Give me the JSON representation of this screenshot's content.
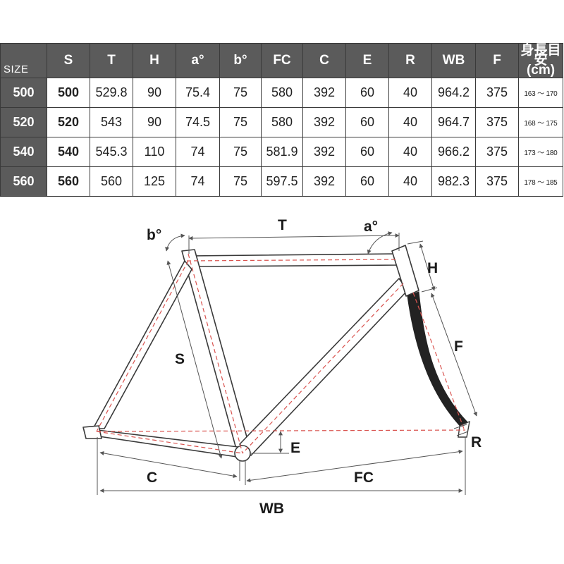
{
  "table": {
    "size_label": "SIZE",
    "headers": [
      "S",
      "T",
      "H",
      "a°",
      "b°",
      "FC",
      "C",
      "E",
      "R",
      "WB",
      "F"
    ],
    "height_header_line1": "身長目安",
    "height_header_line2": "(cm)",
    "rows": [
      {
        "size": "500",
        "S": "500",
        "T": "529.8",
        "H": "90",
        "a": "75.4",
        "b": "75",
        "FC": "580",
        "C": "392",
        "E": "60",
        "R": "40",
        "WB": "964.2",
        "F": "375",
        "height": "163 ～ 170"
      },
      {
        "size": "520",
        "S": "520",
        "T": "543",
        "H": "90",
        "a": "74.5",
        "b": "75",
        "FC": "580",
        "C": "392",
        "E": "60",
        "R": "40",
        "WB": "964.7",
        "F": "375",
        "height": "168 ～ 175"
      },
      {
        "size": "540",
        "S": "540",
        "T": "545.3",
        "H": "110",
        "a": "74",
        "b": "75",
        "FC": "581.9",
        "C": "392",
        "E": "60",
        "R": "40",
        "WB": "966.2",
        "F": "375",
        "height": "173 ～ 180"
      },
      {
        "size": "560",
        "S": "560",
        "T": "560",
        "H": "125",
        "a": "74",
        "b": "75",
        "FC": "597.5",
        "C": "392",
        "E": "60",
        "R": "40",
        "WB": "982.3",
        "F": "375",
        "height": "178 ～ 185"
      }
    ]
  },
  "diagram": {
    "labels": {
      "T": "T",
      "a": "a°",
      "b": "b°",
      "H": "H",
      "F": "F",
      "S": "S",
      "E": "E",
      "R": "R",
      "C": "C",
      "FC": "FC",
      "WB": "WB"
    },
    "colors": {
      "tube_outline": "#3a3a3a",
      "centerline": "#d9534f",
      "fork": "#222222",
      "dimension": "#555555"
    }
  }
}
